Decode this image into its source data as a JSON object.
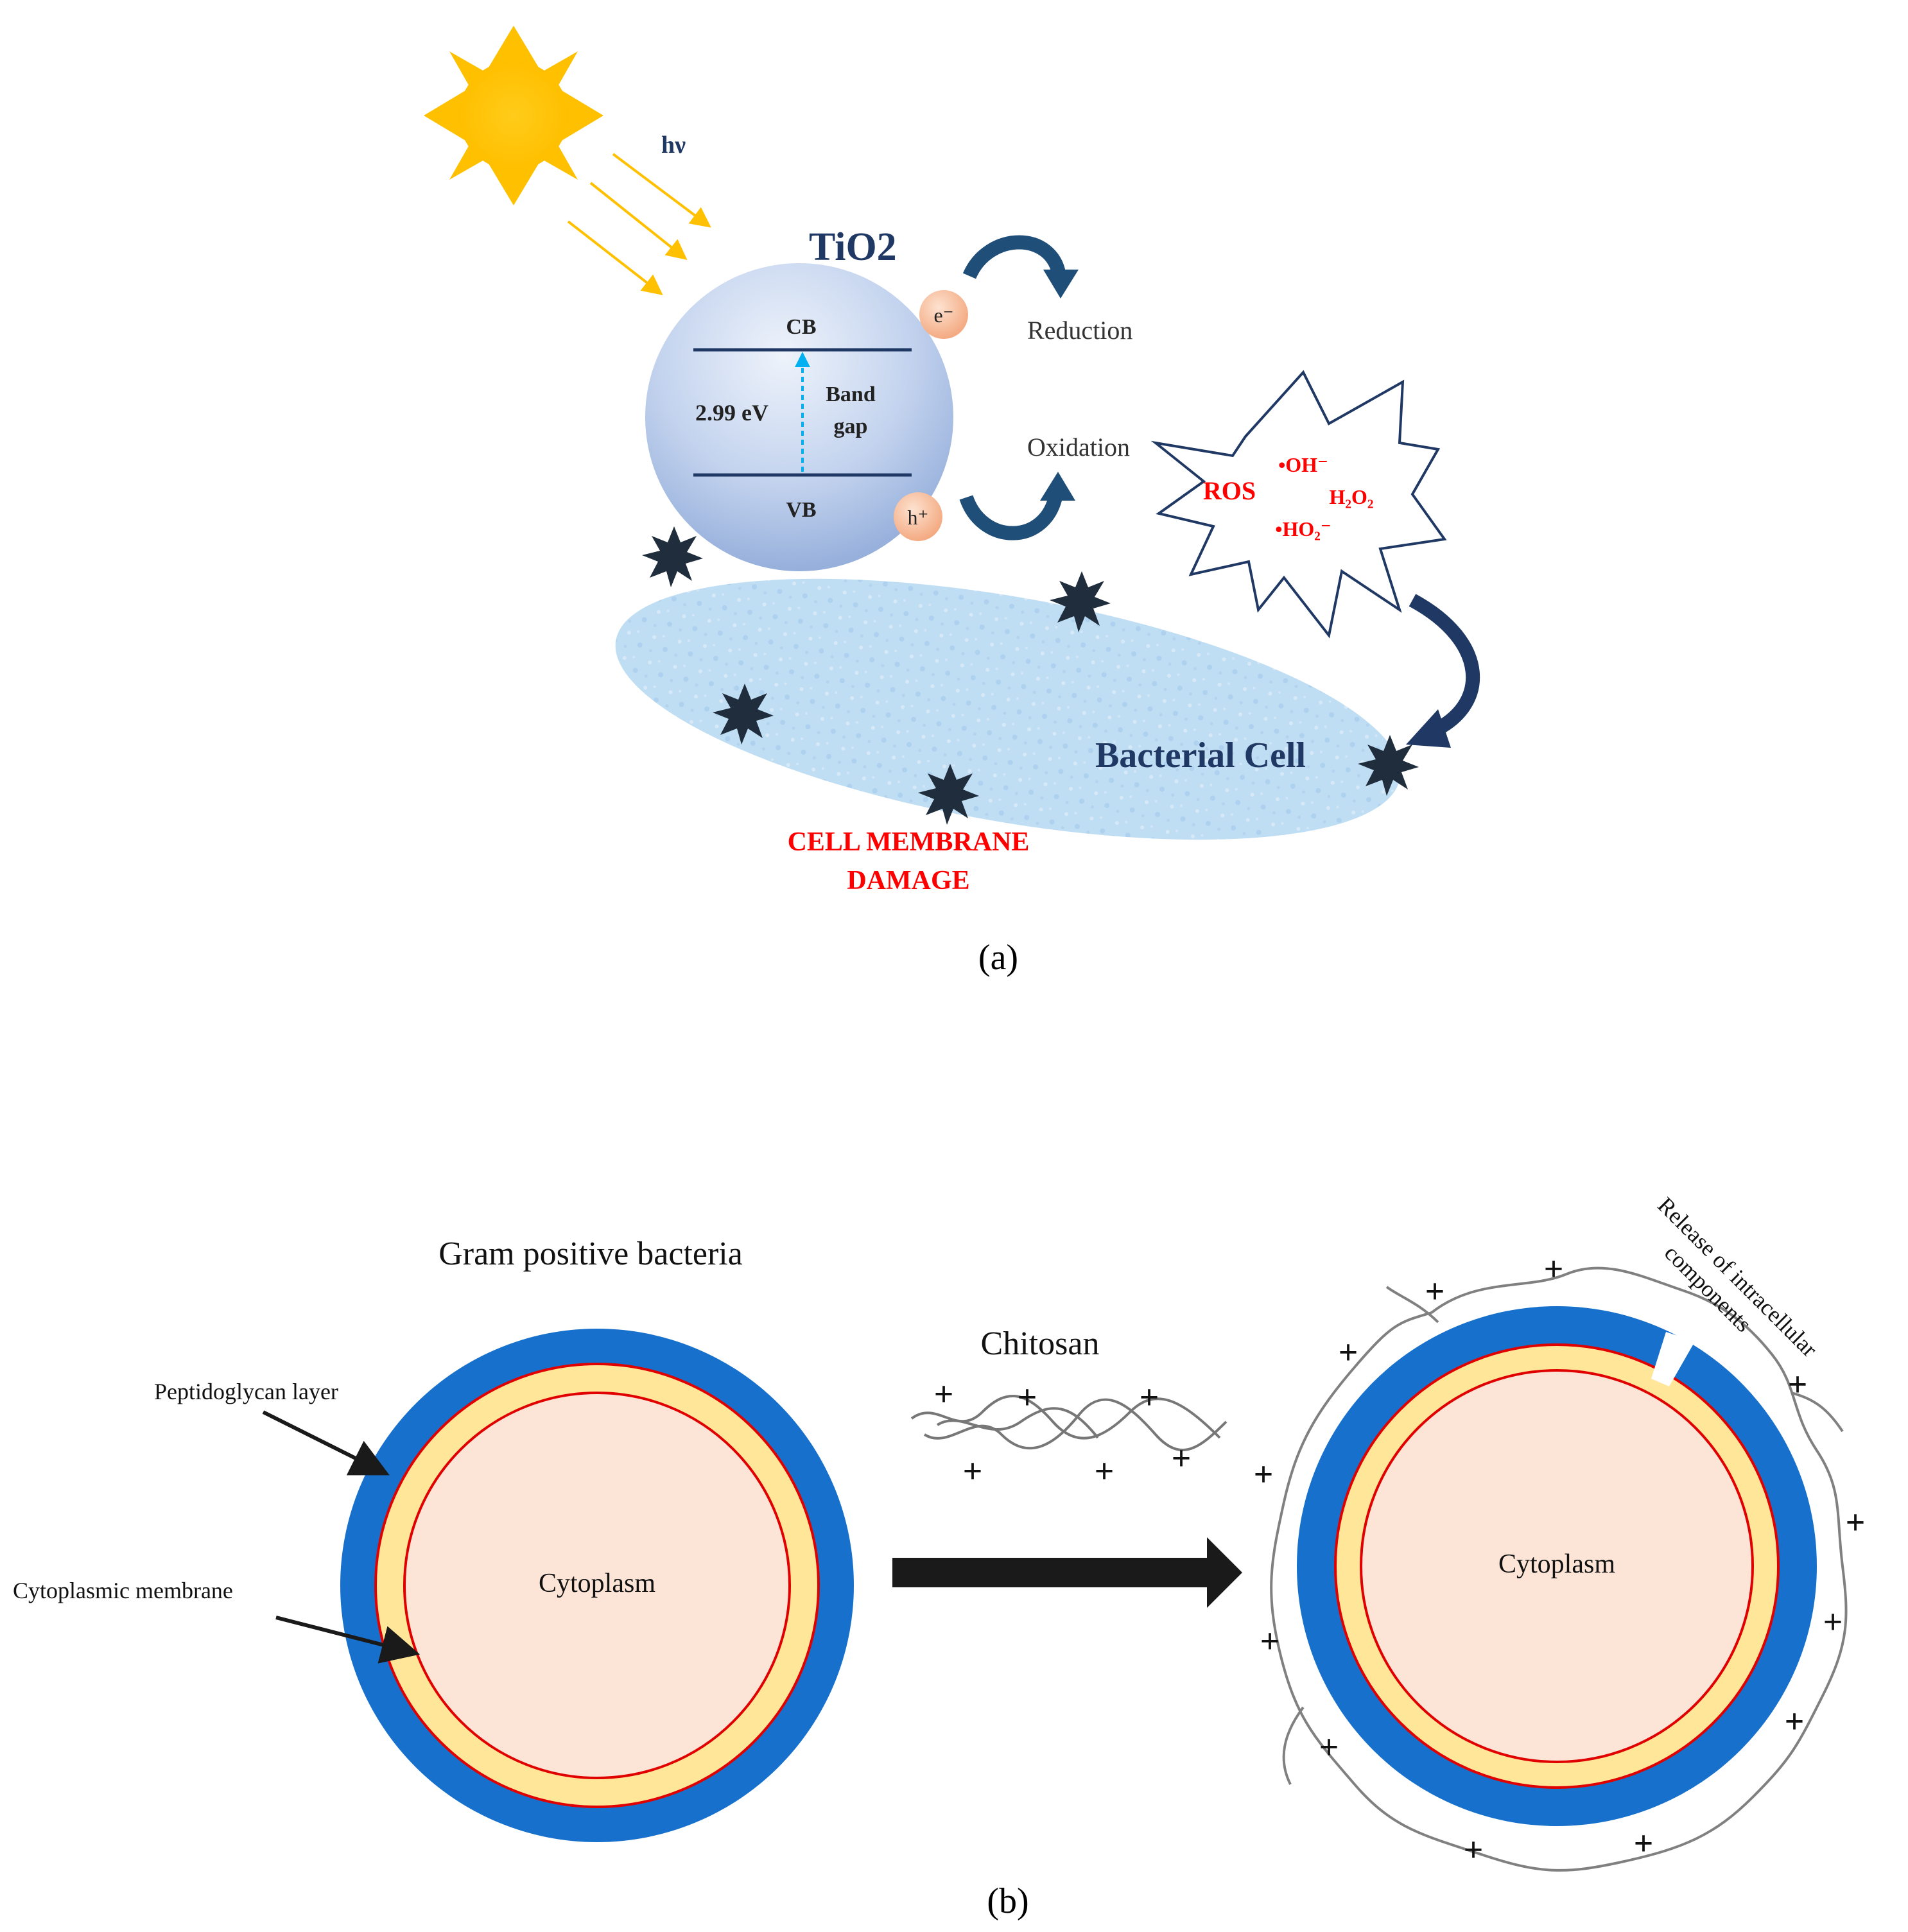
{
  "panel_a": {
    "light_label": "hν",
    "particle_label": "TiO2",
    "cb_label": "CB",
    "vb_label": "VB",
    "band_energy": "2.99 eV",
    "band_gap_line1": "Band",
    "band_gap_line2": "gap",
    "electron_label": "e⁻",
    "hole_label": "h⁺",
    "reduction_label": "Reduction",
    "oxidation_label": "Oxidation",
    "ros_label": "ROS",
    "ros_oh": "•OH⁻",
    "ros_h2o2": "H₂O₂",
    "ros_ho2": "•HO₂⁻",
    "cell_label": "Bacterial Cell",
    "damage_line1": "CELL MEMBRANE",
    "damage_line2": "DAMAGE",
    "caption": "(a)"
  },
  "panel_b": {
    "title": "Gram positive bacteria",
    "peptidoglycan_label": "Peptidoglycan layer",
    "membrane_label": "Cytoplasmic membrane",
    "cytoplasm_left": "Cytoplasm",
    "chitosan_label": "Chitosan",
    "cytoplasm_right": "Cytoplasm",
    "release_line1": "Release of intracellular",
    "release_line2": "components",
    "caption": "(b)"
  },
  "colors": {
    "sun": "#ffc000",
    "particle": "#a9bfe4",
    "arrow_dark": "#1f4e79",
    "ros_red": "#ff0000",
    "cell_blue": "#bcdcf2",
    "peptidoglycan": "#1771cc",
    "membrane_fill": "#ffe699",
    "membrane_line": "#e00000",
    "cytoplasm": "#fce4d6"
  }
}
